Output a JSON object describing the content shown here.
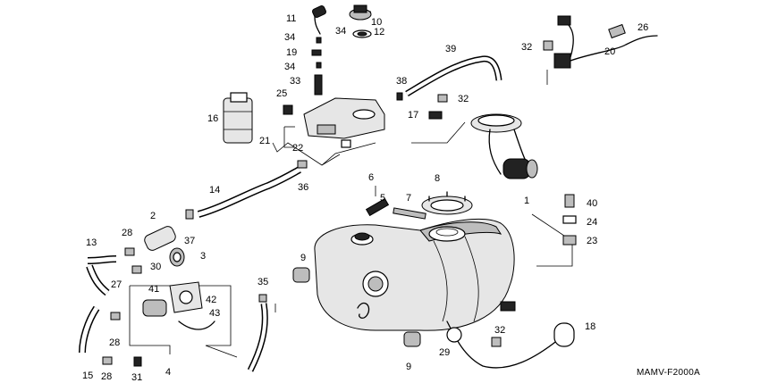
{
  "labels": [
    "1",
    "2",
    "3",
    "4",
    "5",
    "6",
    "7",
    "8",
    "9",
    "9",
    "10",
    "11",
    "12",
    "13",
    "14",
    "15",
    "16",
    "17",
    "18",
    "19",
    "20",
    "21",
    "22",
    "23",
    "24",
    "25",
    "26",
    "27",
    "28",
    "28",
    "28",
    "29",
    "30",
    "31",
    "32",
    "32",
    "32",
    "33",
    "34",
    "34",
    "34",
    "35",
    "36",
    "37",
    "38",
    "39",
    "40",
    "41",
    "42",
    "43"
  ],
  "diagram_code": "MAMV-F2000A"
}
